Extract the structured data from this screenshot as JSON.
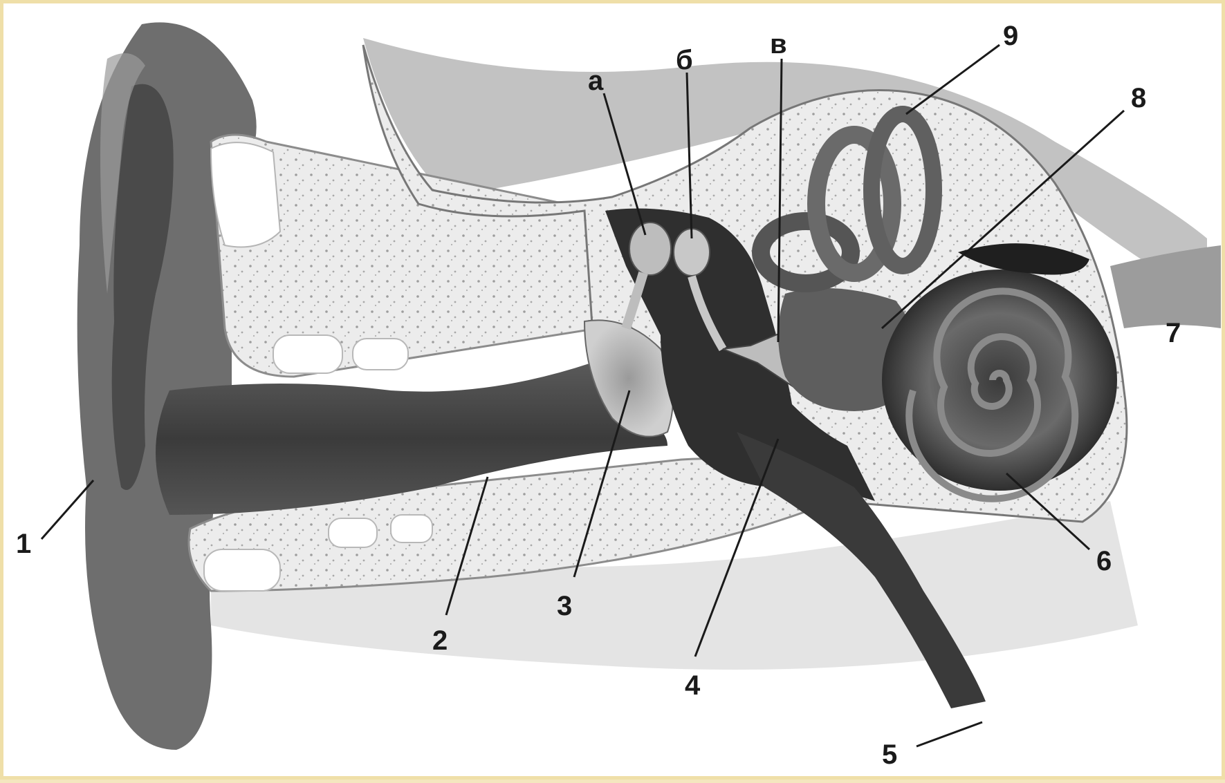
{
  "diagram": {
    "labels": {
      "n1": "1",
      "n2": "2",
      "n3": "3",
      "n4": "4",
      "n5": "5",
      "n6": "6",
      "n7": "7",
      "n8": "8",
      "n9": "9",
      "a": "а",
      "b": "б",
      "v": "в"
    }
  }
}
